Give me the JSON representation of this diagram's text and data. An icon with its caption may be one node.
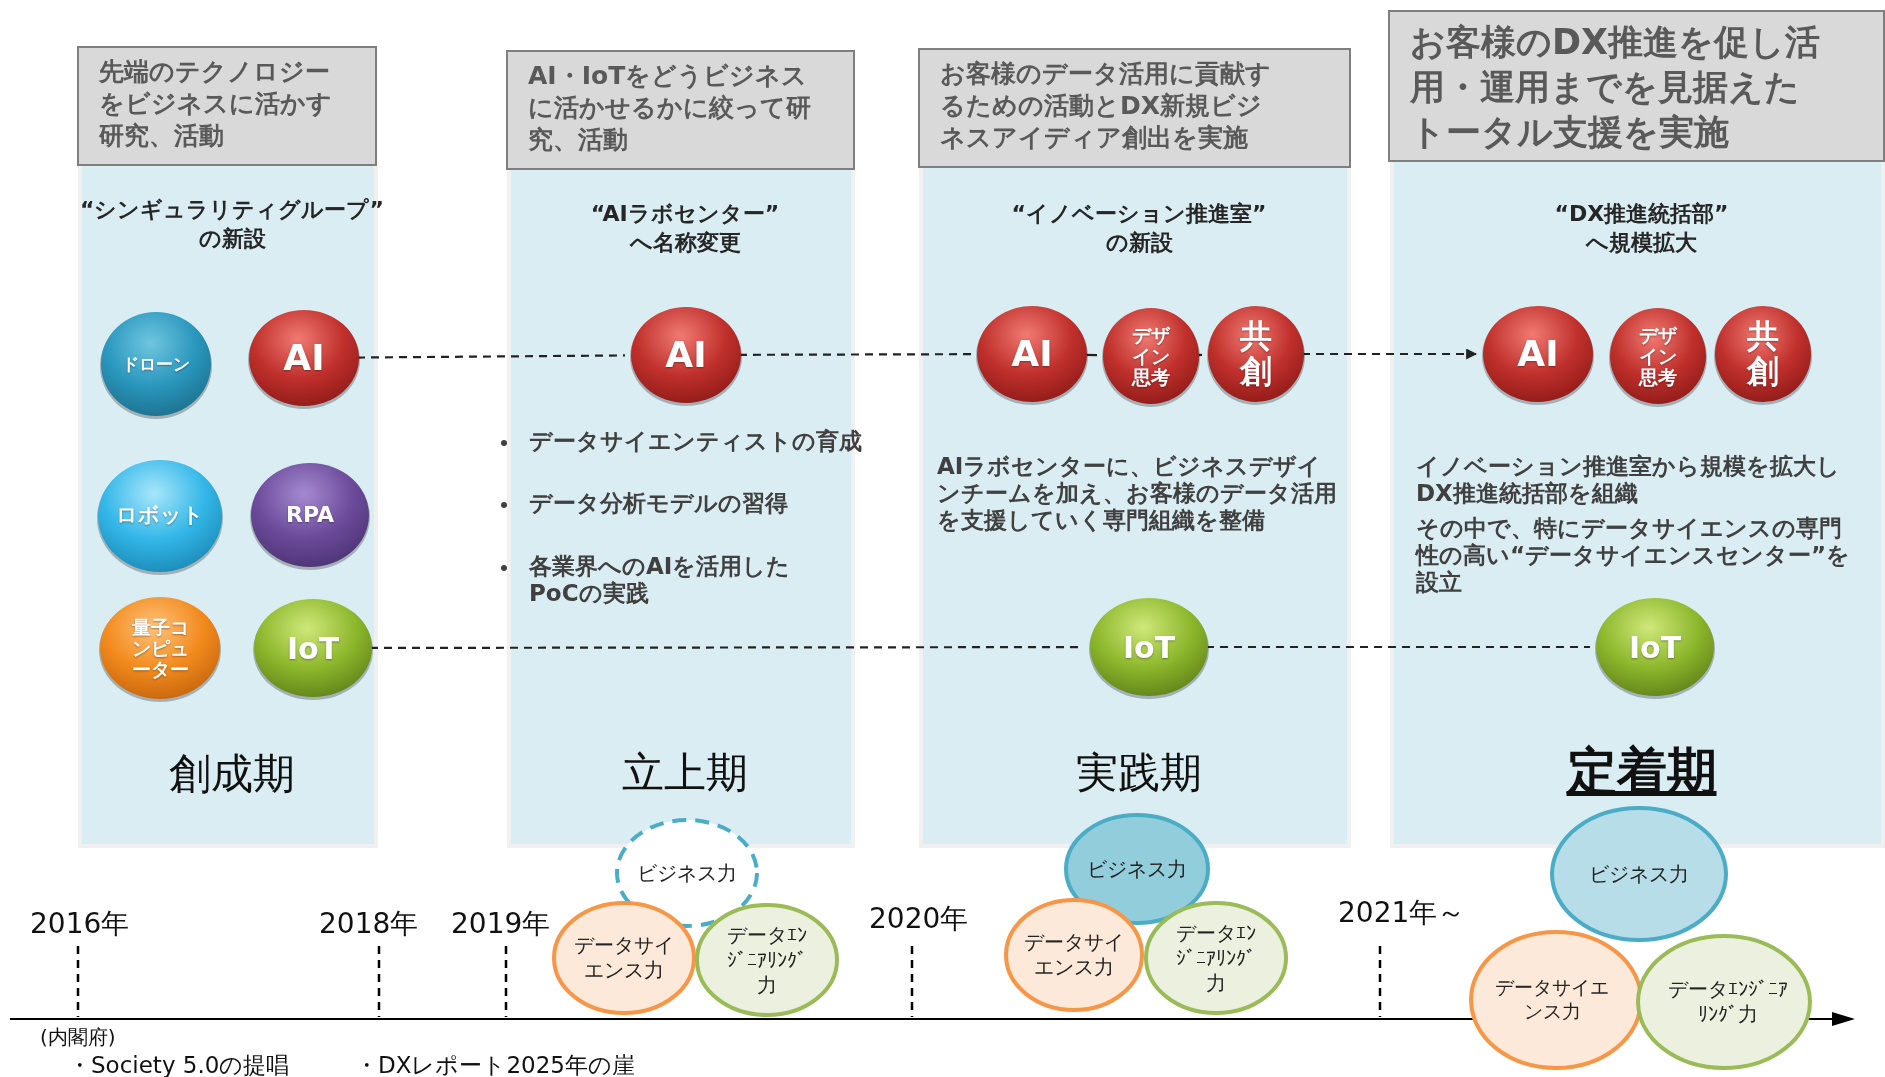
{
  "diagram": {
    "nodes": [
      {
        "text": [
          "先端のテクノロジーをビジネスに活かす研究、活動"
        ]
      },
      {
        "text": [
          "“シンギュラリティグループ”の新設",
          "創成期"
        ]
      },
      {
        "text": [
          "ドローン"
        ],
        "in": 1
      },
      {
        "text": [
          "AI"
        ],
        "in": 1
      },
      {
        "text": [
          "ロボット"
        ],
        "in": 1
      },
      {
        "text": [
          "RPA"
        ],
        "in": 1
      },
      {
        "text": [
          "量子コンピューター"
        ],
        "in": 1
      },
      {
        "text": [
          "IoT"
        ],
        "in": 1
      },
      {
        "text": [
          "AI・IoTをどうビジネスに活かせるかに絞って研究、活動"
        ]
      },
      {
        "text": [
          "“AIラボセンター”へ名称変更",
          "データサイエンティストの育成",
          "データ分析モデルの習得",
          "各業界へのAIを活用したPoCの実践",
          "立上期"
        ]
      },
      {
        "text": [
          "AI"
        ],
        "in": 9
      },
      {
        "text": [
          "お客様のデータ活用に貢献するための活動とDX新規ビジネスアイディア創出を実施"
        ]
      },
      {
        "text": [
          "“イノベーション推進室”の新設",
          "AIラボセンターに、ビジネスデザインチームを加え、お客様のデータ活用を支援していく専門組織を整備",
          "実践期"
        ]
      },
      {
        "text": [
          "AI"
        ],
        "in": 12
      },
      {
        "text": [
          "デザイン思考"
        ],
        "in": 12
      },
      {
        "text": [
          "共創"
        ],
        "in": 12
      },
      {
        "text": [
          "IoT"
        ],
        "in": 12
      },
      {
        "text": [
          "お客様のDX推進を促し活用・運用までを見据えたトータル支援を実施"
        ]
      },
      {
        "text": [
          "“DX推進統括部”へ規模拡大",
          "イノベーション推進室から規模を拡大しDX推進統括部を組織",
          "その中で、特にデータサイエンスの専門性の高い“データサイエンスセンター”を設立",
          "定着期"
        ]
      },
      {
        "text": [
          "AI"
        ],
        "in": 18
      },
      {
        "text": [
          "デザイン思考"
        ],
        "in": 18
      },
      {
        "text": [
          "共創"
        ],
        "in": 18
      },
      {
        "text": [
          "IoT"
        ],
        "in": 18
      },
      {
        "text": [
          "ビジネス力"
        ]
      },
      {
        "text": [
          "データサイエンス力"
        ]
      },
      {
        "text": [
          "データｴﾝｼﾞﾆｱﾘﾝｸﾞ力"
        ]
      },
      {
        "text": [
          "ビジネス力"
        ]
      },
      {
        "text": [
          "データサイエンス力"
        ]
      },
      {
        "text": [
          "データｴﾝｼﾞﾆｱﾘﾝｸﾞ力"
        ]
      },
      {
        "text": [
          "ビジネス力"
        ]
      },
      {
        "text": [
          "データサイエンス力"
        ]
      },
      {
        "text": [
          "データｴﾝｼﾞﾆｱﾘﾝｸﾞ力"
        ]
      }
    ],
    "edges": [
      {
        "from": 3,
        "to": 10,
        "arrow": "none",
        "style": "dashed"
      },
      {
        "from": 10,
        "to": 13,
        "arrow": "none",
        "style": "dashed"
      },
      {
        "from": 13,
        "to": 14,
        "arrow": "none"
      },
      {
        "from": 14,
        "to": 15,
        "arrow": "none"
      },
      {
        "from": 15,
        "to": 19,
        "arrow": "to",
        "style": "dashed"
      },
      {
        "from": 7,
        "to": 16,
        "arrow": "none",
        "style": "dashed"
      },
      {
        "from": 16,
        "to": 22,
        "arrow": "none",
        "style": "dashed"
      }
    ],
    "labels": [
      "2016年",
      "2018年",
      "2019年",
      "2020年",
      "2021年～",
      "(内閣府)",
      "・Society 5.0の提唱",
      "・DXレポート2025年の崖"
    ]
  }
}
